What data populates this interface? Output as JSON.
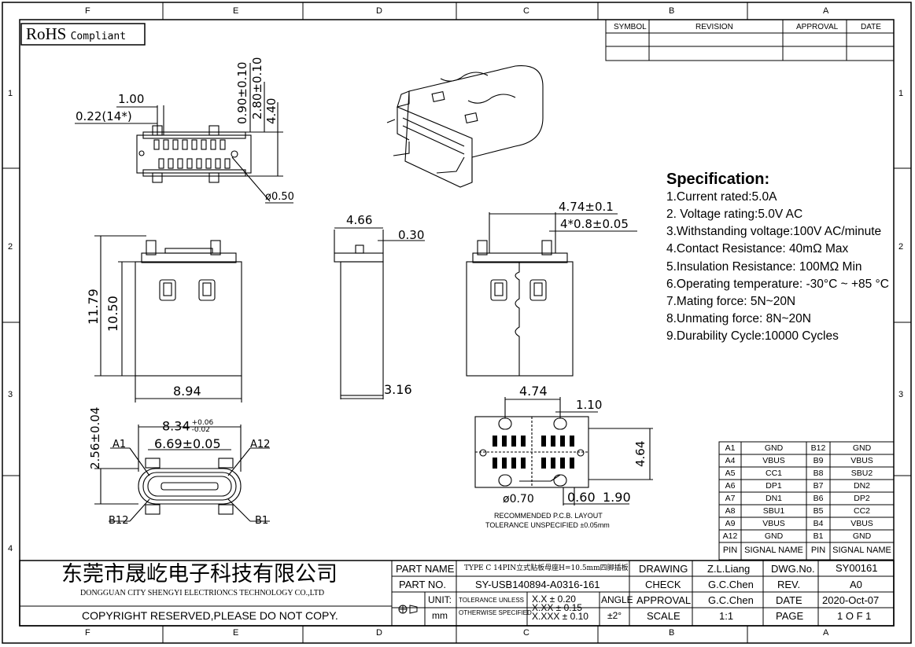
{
  "grid": {
    "columns": [
      "F",
      "E",
      "D",
      "C",
      "B",
      "A"
    ],
    "rows": [
      "1",
      "2",
      "3",
      "4"
    ]
  },
  "rohs": {
    "main": "RoHS",
    "sub": "Compliant"
  },
  "revision_table": {
    "headers": [
      "SYMBOL",
      "REVISION",
      "APPROVAL",
      "DATE"
    ]
  },
  "dimensions": {
    "top_view": {
      "pitch": "1.00",
      "pin_width": "0.22(14*)",
      "h1": "0.90±0.10",
      "h2": "2.80±0.10",
      "h3": "4.40",
      "hole": "ø0.50"
    },
    "front_view": {
      "height_total": "11.79",
      "height_body": "10.50",
      "width": "8.94"
    },
    "side_view": {
      "top": "4.66",
      "thickness_small": "0.30",
      "depth": "3.16"
    },
    "back_view": {
      "pin_span": "4.74±0.1",
      "pin_pitch": "4*0.8±0.05"
    },
    "port_view": {
      "outer_width": "8.34",
      "outer_tol_plus": "+0.06",
      "outer_tol_minus": "-0.02",
      "inner_width": "6.69±0.05",
      "height": "2.56±0.04",
      "left_top": "A1",
      "right_top": "A12",
      "left_bottom": "B12",
      "right_bottom": "B1"
    },
    "pcb_layout": {
      "width": "4.74",
      "pad_gap": "1.10",
      "height": "4.64",
      "hole": "ø0.70",
      "pad_w": "0.60",
      "pad_l": "1.90",
      "caption1": "RECOMMENDED   P.C.B.  LAYOUT",
      "caption2": "TOLERANCE  UNSPECIFIED  ±0.05mm"
    }
  },
  "specification": {
    "title": "Specification:",
    "items": [
      "1.Current rated:5.0A",
      "2. Voltage rating:5.0V AC",
      "3.Withstanding voltage:100V AC/minute",
      "4.Contact Resistance: 40mΩ Max",
      "5.Insulation Resistance: 100MΩ Min",
      "6.Operating temperature: -30°C ~ +85 °C",
      "7.Mating force: 5N~20N",
      "8.Unmating force: 8N~20N",
      "9.Durability Cycle:10000 Cycles"
    ]
  },
  "pin_table": {
    "headers": [
      "PIN",
      "SIGNAL NAME",
      "PIN",
      "SIGNAL NAME"
    ],
    "rows": [
      [
        "A1",
        "GND",
        "B12",
        "GND"
      ],
      [
        "A4",
        "VBUS",
        "B9",
        "VBUS"
      ],
      [
        "A5",
        "CC1",
        "B8",
        "SBU2"
      ],
      [
        "A6",
        "DP1",
        "B7",
        "DN2"
      ],
      [
        "A7",
        "DN1",
        "B6",
        "DP2"
      ],
      [
        "A8",
        "SBU1",
        "B5",
        "CC2"
      ],
      [
        "A9",
        "VBUS",
        "B4",
        "VBUS"
      ],
      [
        "A12",
        "GND",
        "B1",
        "GND"
      ]
    ]
  },
  "title_block": {
    "company_cn": "东莞市晟屹电子科技有限公司",
    "company_en": "DONGGUAN CITY SHENGYI ELECTRIONCS TECHNOLOGY CO.,LTD",
    "copyright": "COPYRIGHT RESERVED,PLEASE DO NOT COPY.",
    "part_name_label": "PART NAME",
    "part_name": "TYPE C 14PIN立式贴板母座H=10.5mm四脚插板",
    "part_no_label": "PART NO.",
    "part_no": "SY-USB140894-A0316-161",
    "unit_label": "UNIT:",
    "unit": "mm",
    "tol_label1": "TOLERANCE UNLESS",
    "tol_label2": "OTHERWISE SPECIFIED",
    "tol1": "X.X ± 0.20",
    "tol2": "X.XX ± 0.15",
    "tol3": "X.XXX ± 0.10",
    "angle_label": "ANGLE",
    "angle": "±2°",
    "drawing_label": "DRAWING",
    "drawing": "Z.L.Liang",
    "check_label": "CHECK",
    "check": "G.C.Chen",
    "approval_label": "APPROVAL",
    "approval": "G.C.Chen",
    "scale_label": "SCALE",
    "scale": "1:1",
    "dwg_label": "DWG.No.",
    "dwg": "SY00161",
    "rev_label": "REV.",
    "rev": "A0",
    "date_label": "DATE",
    "date": "2020-Oct-07",
    "page_label": "PAGE",
    "page": "1 O F 1"
  }
}
